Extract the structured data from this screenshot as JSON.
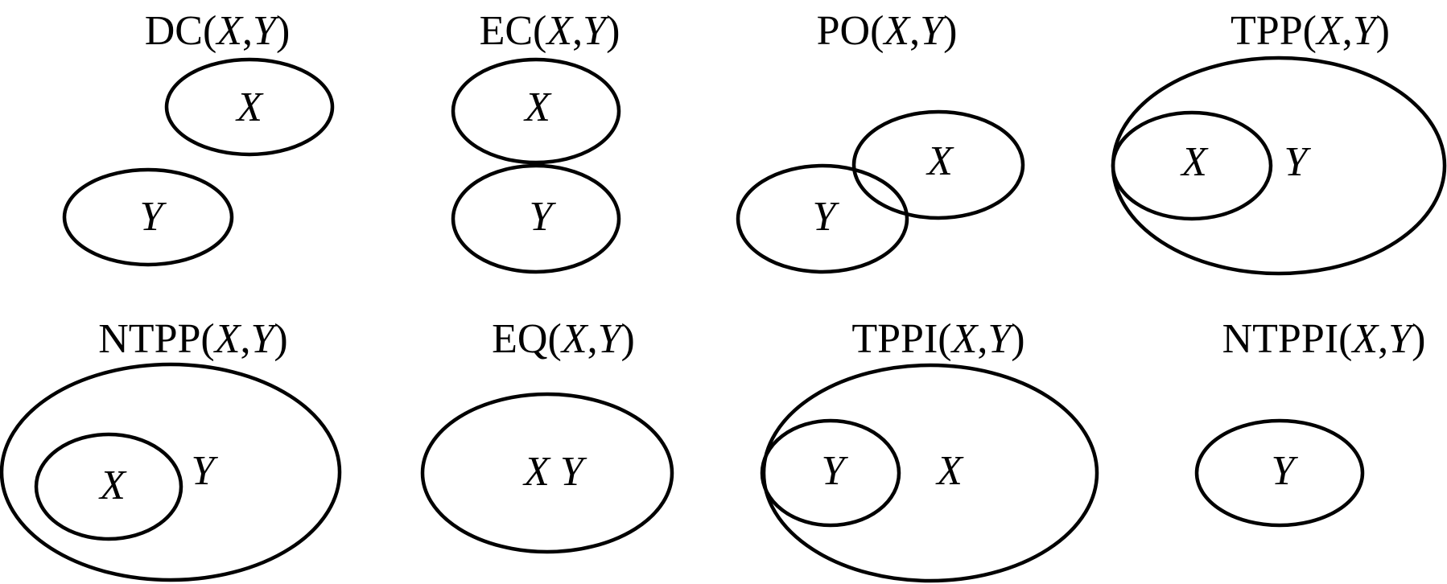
{
  "relations": [
    {
      "id": "dc",
      "name": "DC",
      "args": [
        "X",
        "Y"
      ],
      "label_x": "X",
      "label_y": "Y"
    },
    {
      "id": "ec",
      "name": "EC",
      "args": [
        "X",
        "Y"
      ],
      "label_x": "X",
      "label_y": "Y"
    },
    {
      "id": "po",
      "name": "PO",
      "args": [
        "X",
        "Y"
      ],
      "label_x": "X",
      "label_y": "Y"
    },
    {
      "id": "tpp",
      "name": "TPP",
      "args": [
        "X",
        "Y"
      ],
      "label_x": "X",
      "label_y": "Y"
    },
    {
      "id": "ntpp",
      "name": "NTPP",
      "args": [
        "X",
        "Y"
      ],
      "label_x": "X",
      "label_y": "Y"
    },
    {
      "id": "eq",
      "name": "EQ",
      "args": [
        "X",
        "Y"
      ],
      "label_xy": "X Y"
    },
    {
      "id": "tppi",
      "name": "TPPI",
      "args": [
        "X",
        "Y"
      ],
      "label_x": "X",
      "label_y": "Y"
    },
    {
      "id": "ntppi",
      "name": "NTPPI",
      "args": [
        "X",
        "Y"
      ],
      "label_y": "Y"
    }
  ],
  "punct": {
    "open": "(",
    "comma": ",",
    "close": ")"
  }
}
